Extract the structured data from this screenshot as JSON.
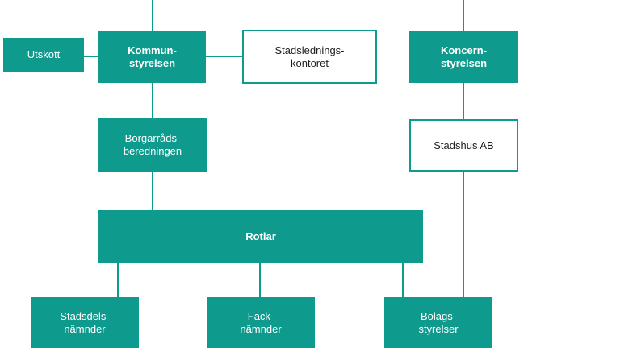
{
  "colors": {
    "accent": "#0f9a8e",
    "box_text_light": "#ffffff",
    "box_text_dark": "#1f1f1f"
  },
  "nodes": {
    "utskott": "Utskott",
    "kommunstyrelsen": "Kommun-\nstyrelsen",
    "stadsledningskontoret": "Stadslednings-\nkontoret",
    "koncernstyrelsen": "Koncern-\nstyrelsen",
    "borgarradsberedningen": "Borgarråds-\nberedningen",
    "stadshus_ab": "Stadshus AB",
    "rotlar": "Rotlar",
    "stadsdelsnamnder": "Stadsdels-\nnämnder",
    "facknamnder": "Fack-\nnämnder",
    "bolagsstyrelser": "Bolags-\nstyrelser"
  }
}
